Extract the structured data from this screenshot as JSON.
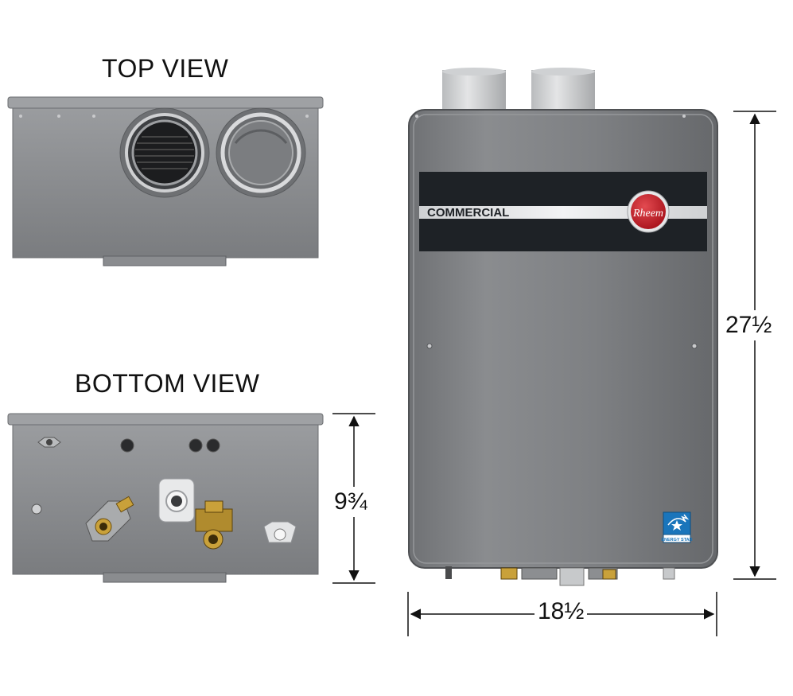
{
  "views": {
    "top_title": "TOP VIEW",
    "bottom_title": "BOTTOM VIEW"
  },
  "heater": {
    "band_text": "COMMERCIAL",
    "brand_text": "Rheem",
    "badge_text": "ENERGY STAR"
  },
  "dimensions": {
    "height": "27½",
    "depth": "9¾",
    "width": "18½"
  },
  "colors": {
    "body": "#7d7f82",
    "band": "#1e2226",
    "brand_red": "#c8202a",
    "energy_star_blue": "#1a75bb"
  }
}
